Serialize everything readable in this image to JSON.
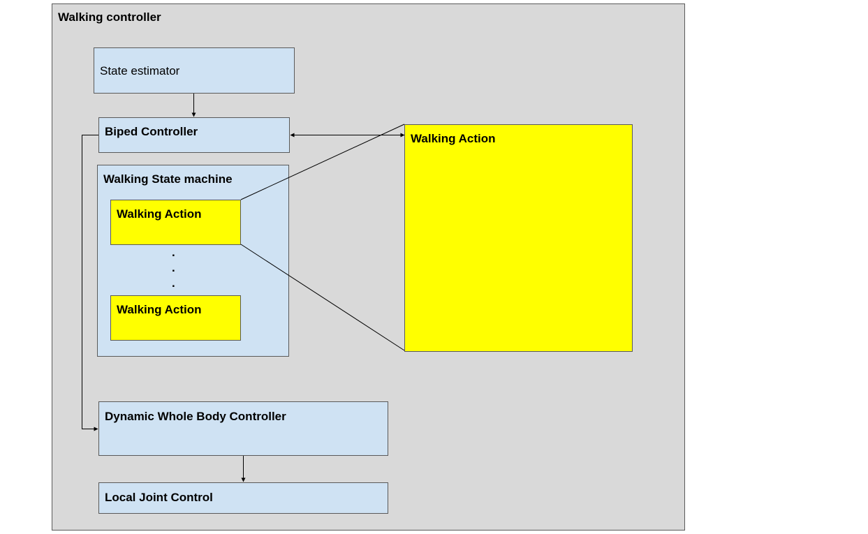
{
  "diagram": {
    "outer": {
      "title": "Walking controller"
    },
    "state_estimator": {
      "label": "State estimator"
    },
    "biped_controller": {
      "label": "Biped Controller"
    },
    "walking_state_machine": {
      "label": "Walking State machine",
      "actions": [
        {
          "label": "Walking Action"
        },
        {
          "label": "Walking Action"
        }
      ],
      "ellipsis": [
        ".",
        ".",
        "."
      ]
    },
    "walking_action_detail": {
      "label": "Walking Action"
    },
    "dynamic_whole_body_controller": {
      "label": "Dynamic Whole Body Controller"
    },
    "local_joint_control": {
      "label": "Local Joint Control"
    }
  },
  "colors": {
    "outer_fill": "#d9d9d9",
    "block_fill": "#cfe2f3",
    "action_fill": "#ffff00",
    "border": "#595959",
    "line": "#000000"
  }
}
